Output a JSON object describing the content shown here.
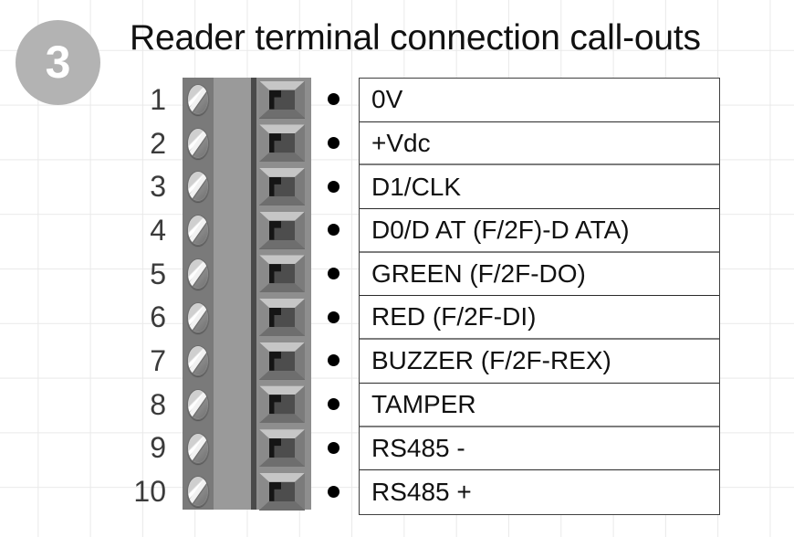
{
  "step": {
    "number": "3",
    "badge_color": "#b3b3b3"
  },
  "title": "Reader terminal connection call-outs",
  "diagram": {
    "device": "reader-terminal-block",
    "pin_count": 10,
    "colors": {
      "screw_rail": "#7a7a7a",
      "body_mid": "#9a9a9a",
      "body_right": "#8e8e8e",
      "divider": "#4a4a4a",
      "bullet": "#000000",
      "table_border": "#404040"
    }
  },
  "callouts": [
    {
      "pin": "1",
      "label": "0V"
    },
    {
      "pin": "2",
      "label": "+Vdc"
    },
    {
      "pin": "3",
      "label": "D1/CLK"
    },
    {
      "pin": "4",
      "label": "D0/D AT (F/2F)-D ATA)"
    },
    {
      "pin": "5",
      "label": "GREEN (F/2F-DO)"
    },
    {
      "pin": "6",
      "label": "RED (F/2F-DI)"
    },
    {
      "pin": "7",
      "label": "BUZZER (F/2F-REX)"
    },
    {
      "pin": "8",
      "label": "TAMPER"
    },
    {
      "pin": "9",
      "label": "RS485 -"
    },
    {
      "pin": "10",
      "label": "RS485 +"
    }
  ]
}
